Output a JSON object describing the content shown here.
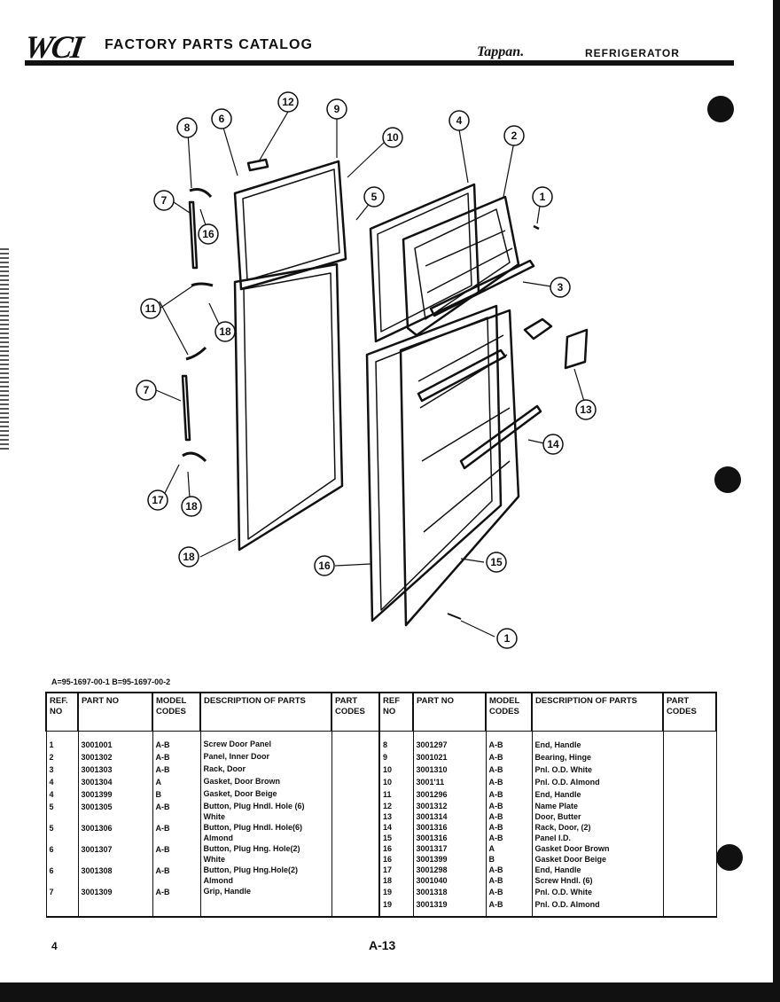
{
  "header": {
    "logo": "WCI",
    "title": "FACTORY PARTS CATALOG",
    "brand": "Tappan.",
    "product": "REFRIGERATOR"
  },
  "diagram": {
    "callouts": [
      "12",
      "9",
      "6",
      "10",
      "8",
      "7",
      "16",
      "5",
      "4",
      "2",
      "1",
      "11",
      "18",
      "3",
      "13",
      "7",
      "14",
      "17",
      "18",
      "18",
      "16",
      "15",
      "1"
    ]
  },
  "model_codes_line": "A=95-1697-00-1   B=95-1697-00-2",
  "table": {
    "headers": {
      "ref_no": "REF. NO",
      "part_no": "PART NO",
      "model_codes": "MODEL CODES",
      "description": "DESCRIPTION OF PARTS",
      "part_codes": "PART CODES",
      "ref_no_2": "REF NO",
      "part_no_2": "PART NO",
      "model_codes_2": "MODEL CODES",
      "description_2": "DESCRIPTION OF PARTS",
      "part_codes_2": "PART CODES"
    },
    "left_rows": [
      {
        "ref": "1",
        "part": "3001001",
        "model": "A-B",
        "desc": "Screw Door Panel",
        "desc2": ""
      },
      {
        "ref": "2",
        "part": "3001302",
        "model": "A-B",
        "desc": "Panel, Inner Door",
        "desc2": ""
      },
      {
        "ref": "3",
        "part": "3001303",
        "model": "A-B",
        "desc": "Rack, Door",
        "desc2": ""
      },
      {
        "ref": "4",
        "part": "3001304",
        "model": "A",
        "desc": "Gasket, Door Brown",
        "desc2": ""
      },
      {
        "ref": "4",
        "part": "3001399",
        "model": "B",
        "desc": "Gasket, Door Beige",
        "desc2": ""
      },
      {
        "ref": "5",
        "part": "3001305",
        "model": "A-B",
        "desc": "Button, Plug Hndl. Hole (6)",
        "desc2": "White"
      },
      {
        "ref": "5",
        "part": "3001306",
        "model": "A-B",
        "desc": "Button, Plug Hndl. Hole(6)",
        "desc2": "Almond"
      },
      {
        "ref": "6",
        "part": "3001307",
        "model": "A-B",
        "desc": "Button, Plug Hng. Hole(2)",
        "desc2": "White"
      },
      {
        "ref": "6",
        "part": "3001308",
        "model": "A-B",
        "desc": "Button, Plug Hng.Hole(2)",
        "desc2": "Almond"
      },
      {
        "ref": "7",
        "part": "3001309",
        "model": "A-B",
        "desc": "Grip, Handle",
        "desc2": ""
      }
    ],
    "right_rows": [
      {
        "ref": "8",
        "part": "3001297",
        "model": "A-B",
        "desc": "End, Handle"
      },
      {
        "ref": "9",
        "part": "3001021",
        "model": "A-B",
        "desc": "Bearing, Hinge"
      },
      {
        "ref": "10",
        "part": "3001310",
        "model": "A-B",
        "desc": "Pnl. O.D. White"
      },
      {
        "ref": "10",
        "part": "3001'11",
        "model": "A-B",
        "desc": "Pnl. O.D. Almond"
      },
      {
        "ref": "11",
        "part": "3001296",
        "model": "A-B",
        "desc": "End, Handle"
      },
      {
        "ref": "12",
        "part": "3001312",
        "model": "A-B",
        "desc": "Name Plate"
      },
      {
        "ref": "13",
        "part": "3001314",
        "model": "A-B",
        "desc": "Door, Butter"
      },
      {
        "ref": "14",
        "part": "3001316",
        "model": "A-B",
        "desc": "Rack, Door, (2)"
      },
      {
        "ref": "15",
        "part": "3001316",
        "model": "A-B",
        "desc": "Panel I.D."
      },
      {
        "ref": "16",
        "part": "3001317",
        "model": "A",
        "desc": "Gasket Door Brown"
      },
      {
        "ref": "16",
        "part": "3001399",
        "model": "B",
        "desc": "Gasket Door Beige"
      },
      {
        "ref": "17",
        "part": "3001298",
        "model": "A-B",
        "desc": "End, Handle"
      },
      {
        "ref": "18",
        "part": "3001040",
        "model": "A-B",
        "desc": "Screw Hndl. (6)"
      },
      {
        "ref": "19",
        "part": "3001318",
        "model": "A-B",
        "desc": "Pnl. O.D. White"
      },
      {
        "ref": "19",
        "part": "3001319",
        "model": "A-B",
        "desc": "Pnl. O.D. Almond"
      }
    ]
  },
  "footer": {
    "page_number": "4",
    "page_code": "A-13"
  }
}
